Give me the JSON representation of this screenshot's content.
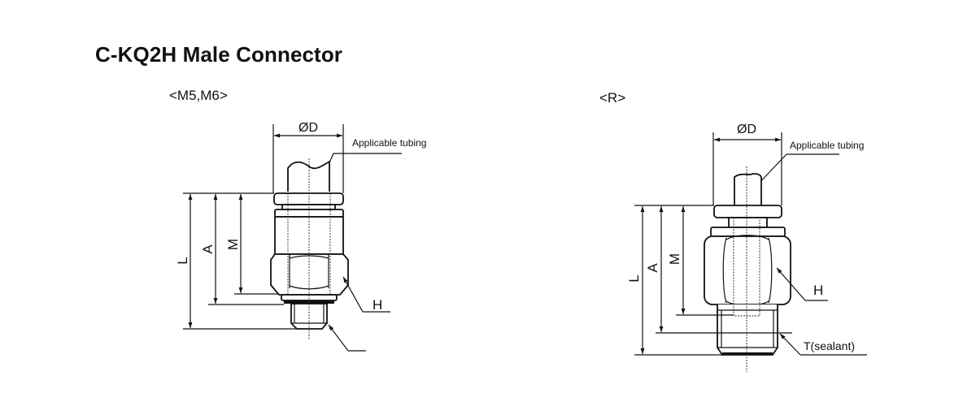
{
  "title": "C-KQ2H Male Connector",
  "drawings": [
    {
      "variant": "<M5,M6>",
      "labels": {
        "diameter": "ØD",
        "tubing": "Applicable tubing",
        "length": "L",
        "a_dim": "A",
        "m_dim": "M",
        "hex": "H"
      }
    },
    {
      "variant": "<R>",
      "labels": {
        "diameter": "ØD",
        "tubing": "Applicable tubing",
        "length": "L",
        "a_dim": "A",
        "m_dim": "M",
        "hex": "H",
        "thread": "T(sealant)"
      }
    }
  ]
}
